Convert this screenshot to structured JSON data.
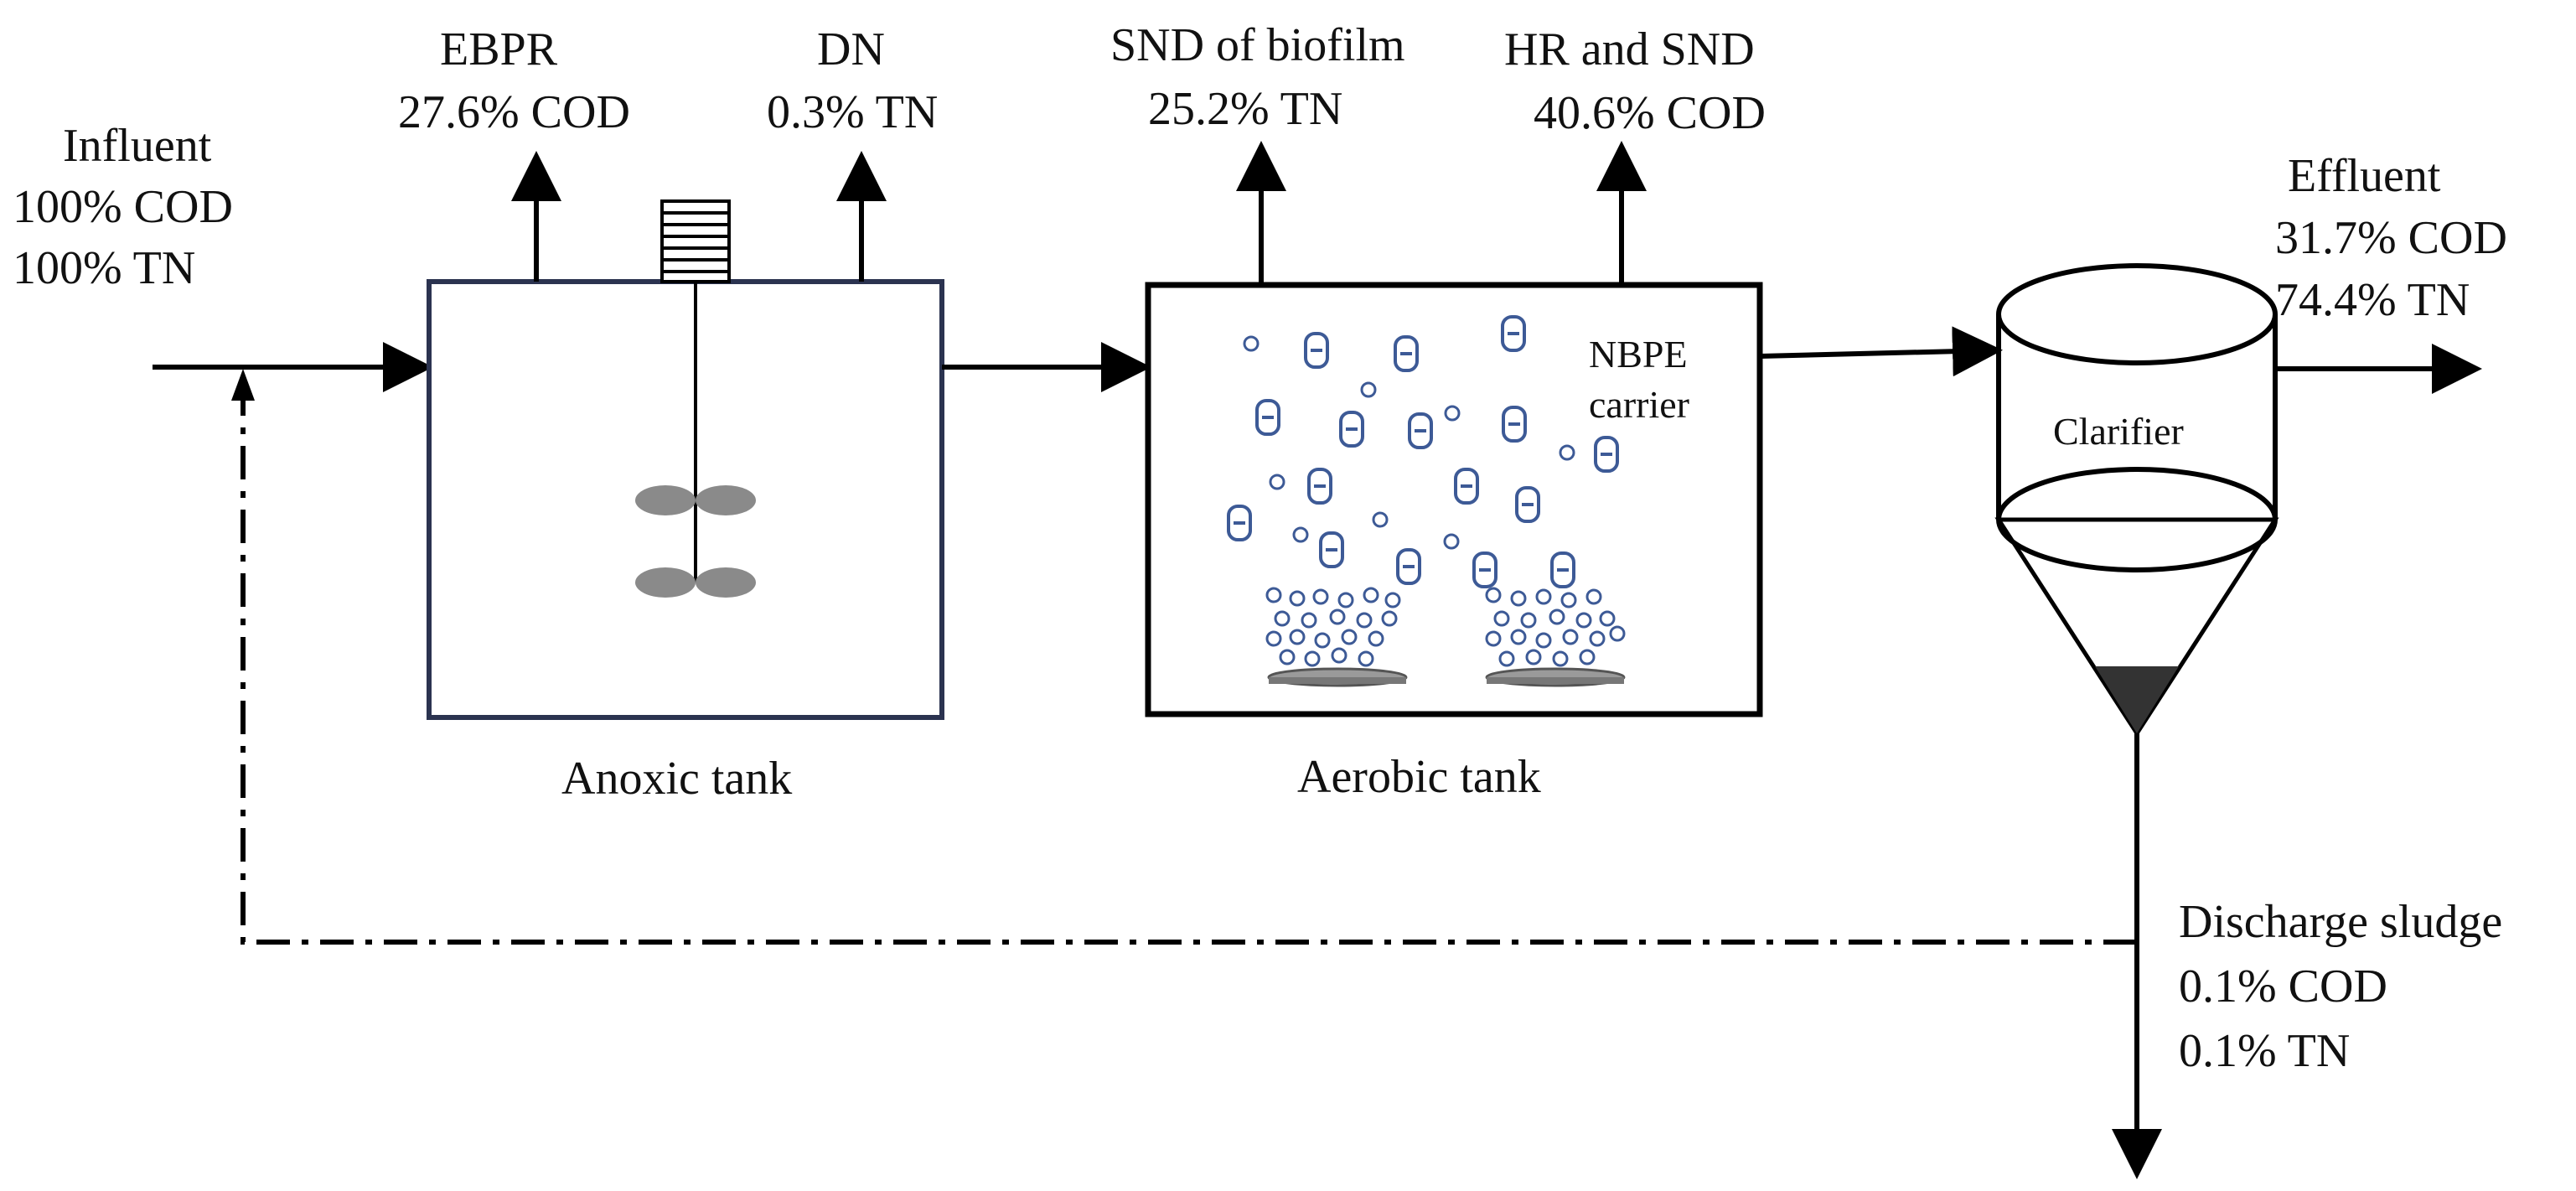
{
  "influent": {
    "title": "Influent",
    "line1": "100% COD",
    "line2": "100% TN"
  },
  "ebpr": {
    "title": "EBPR",
    "value": "27.6% COD"
  },
  "dn": {
    "title": "DN",
    "value": "0.3% TN"
  },
  "snd_biofilm": {
    "title": "SND of biofilm",
    "value": "25.2% TN"
  },
  "hr_snd": {
    "title": "HR and SND",
    "value": "40.6% COD"
  },
  "effluent": {
    "title": "Effluent",
    "line1": "31.7% COD",
    "line2": "74.4%  TN"
  },
  "anoxic_tank": {
    "label": "Anoxic tank"
  },
  "aerobic_tank": {
    "label": "Aerobic tank",
    "carrier_line1": "NBPE",
    "carrier_line2": "carrier"
  },
  "clarifier": {
    "label": "Clarifier"
  },
  "discharge": {
    "title": "Discharge sludge",
    "line1": "0.1% COD",
    "line2": "0.1%  TN"
  },
  "colors": {
    "line": "#000000",
    "tank_border": "#2b3350",
    "carrier": "#3d5a96",
    "mixer": "#8a8a8a",
    "sludge": "#333333"
  }
}
